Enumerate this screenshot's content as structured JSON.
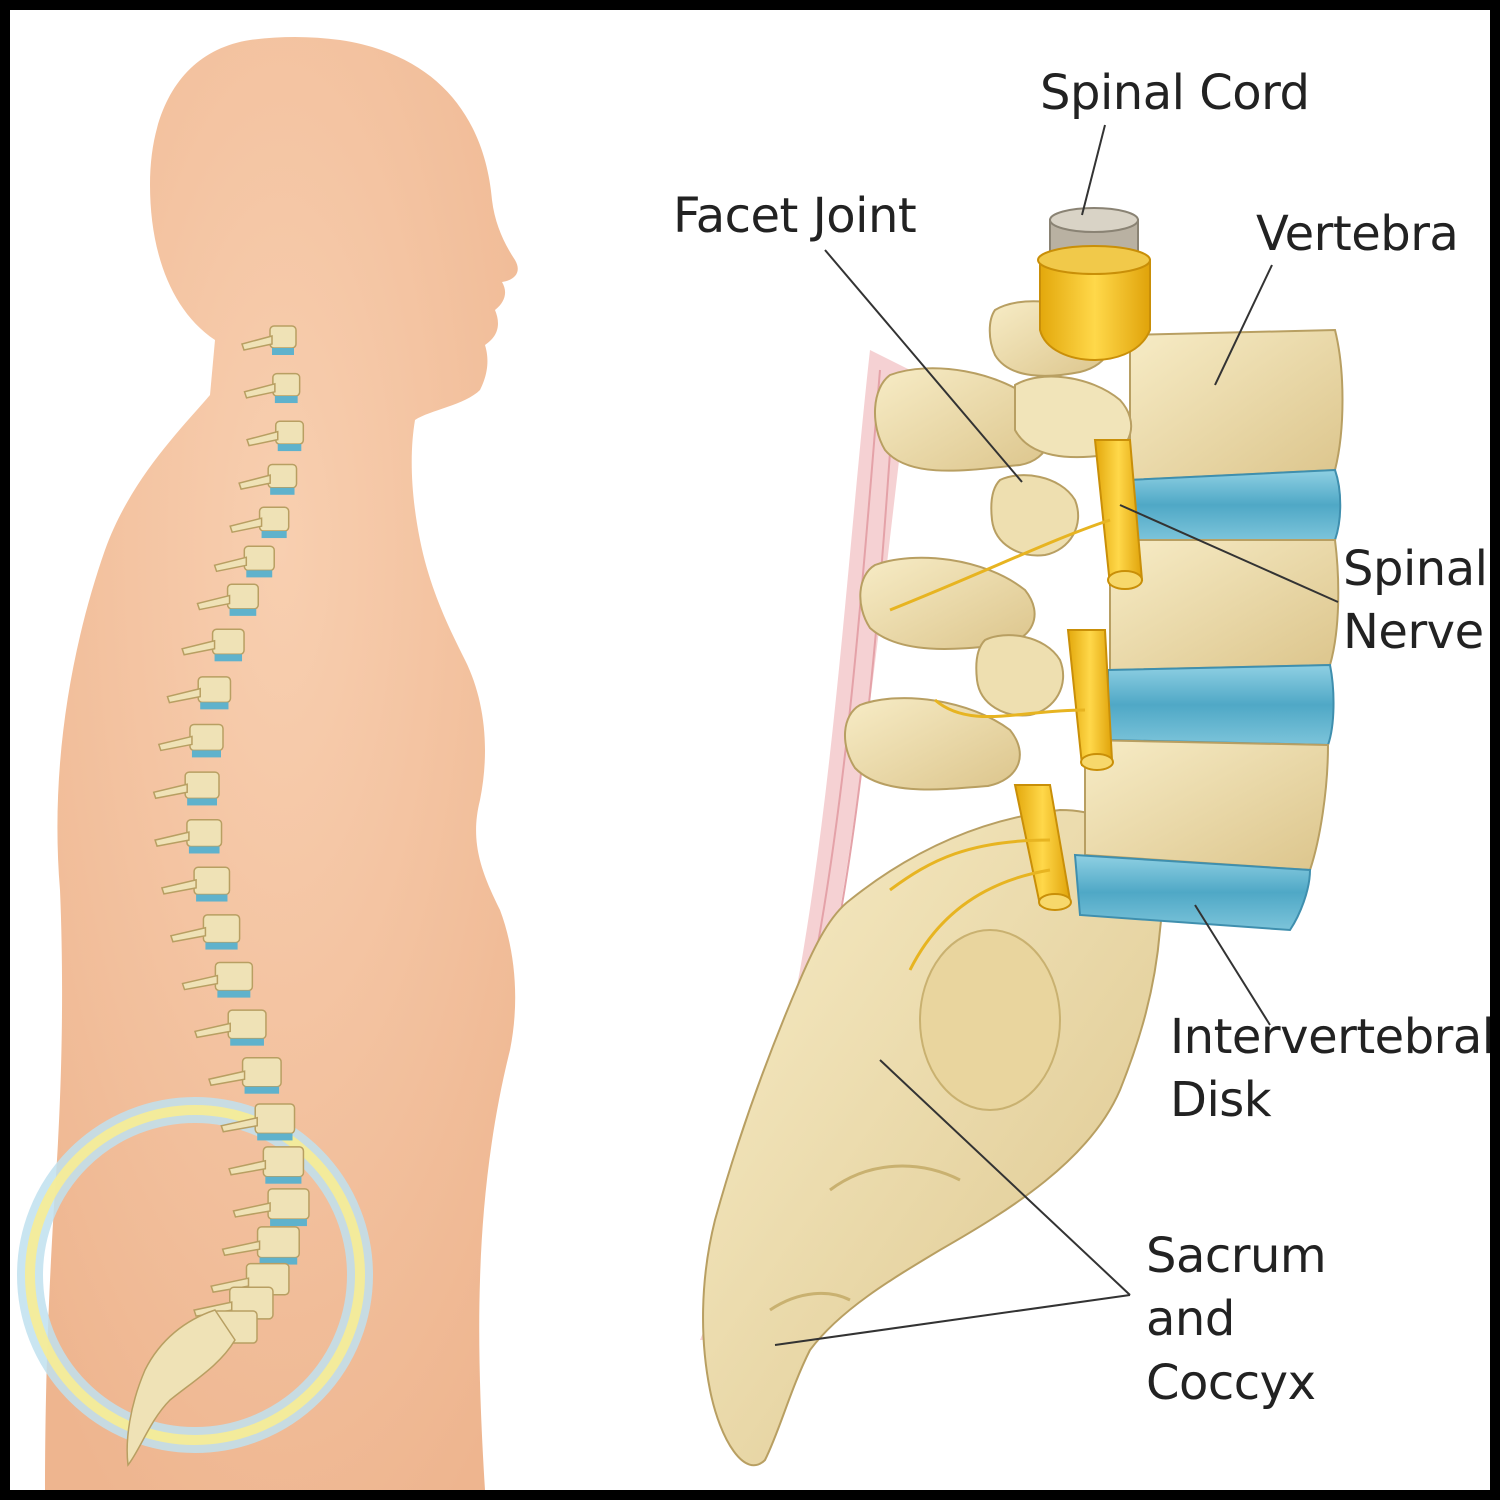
{
  "labels": {
    "spinal_cord": "Spinal Cord",
    "facet_joint": "Facet Joint",
    "vertebra": "Vertebra",
    "spinal_nerve_line1": "Spinal",
    "spinal_nerve_line2": "Nerve",
    "intervertebral_disk_line1": "Intervertebral",
    "intervertebral_disk_line2": "Disk",
    "sacrum_line1": "Sacrum",
    "sacrum_line2": "and",
    "sacrum_line3": "Coccyx"
  },
  "colors": {
    "skin": "#f6c9a6",
    "bone": "#ecdcab",
    "disc": "#5fb2cc",
    "nerve": "#f2c21b",
    "ligament": "#eebcc0",
    "highlight_ring_outer": "#a9d3e6",
    "highlight_ring_inner": "#f6ea8e"
  }
}
